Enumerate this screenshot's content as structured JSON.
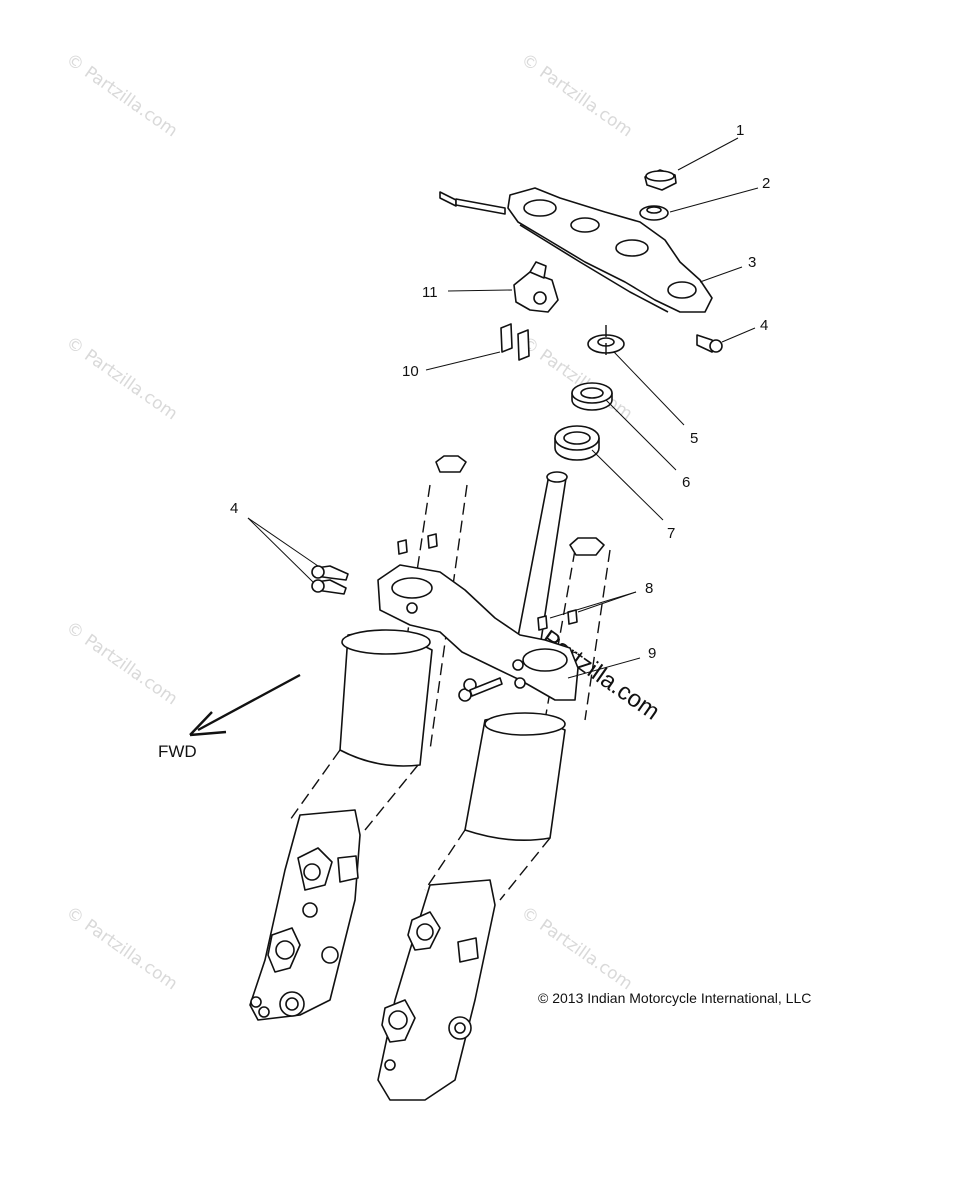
{
  "diagram": {
    "callouts": [
      "1",
      "2",
      "3",
      "4",
      "5",
      "6",
      "7",
      "8",
      "9",
      "10",
      "11"
    ],
    "callout_4_secondary": "4",
    "fwd_label": "FWD",
    "copyright": "© 2013 Indian Motorcycle International, LLC",
    "watermark": "© Partzilla.com",
    "watermark_large": "© Partzilla.com"
  }
}
